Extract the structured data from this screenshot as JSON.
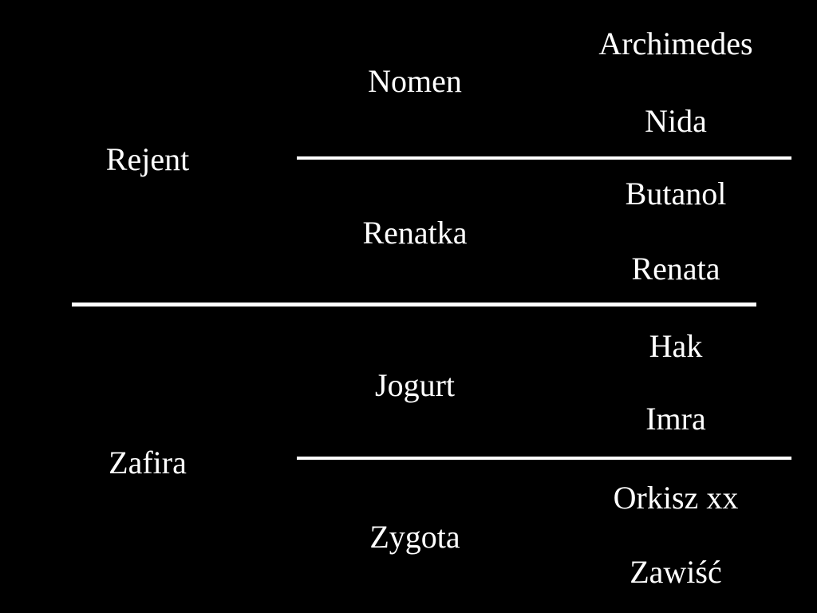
{
  "diagram": {
    "type": "hierarchy-tree",
    "background_color": "#000000",
    "text_color": "#ffffff",
    "rule_color": "#ffffff",
    "levels": 3,
    "level1": [
      {
        "label": "Rejent",
        "level2": [
          {
            "label": "Nomen",
            "level3": [
              {
                "label": "Archimedes"
              },
              {
                "label": "Nida"
              }
            ]
          },
          {
            "label": "Renatka",
            "level3": [
              {
                "label": "Butanol"
              },
              {
                "label": "Renata"
              }
            ]
          }
        ]
      },
      {
        "label": "Zafira",
        "level2": [
          {
            "label": "Jogurt",
            "level3": [
              {
                "label": "Hak"
              },
              {
                "label": "Imra"
              }
            ]
          },
          {
            "label": "Zygota",
            "level3": [
              {
                "label": "Orkisz xx"
              },
              {
                "label": "Zawiść"
              }
            ]
          }
        ]
      }
    ]
  }
}
